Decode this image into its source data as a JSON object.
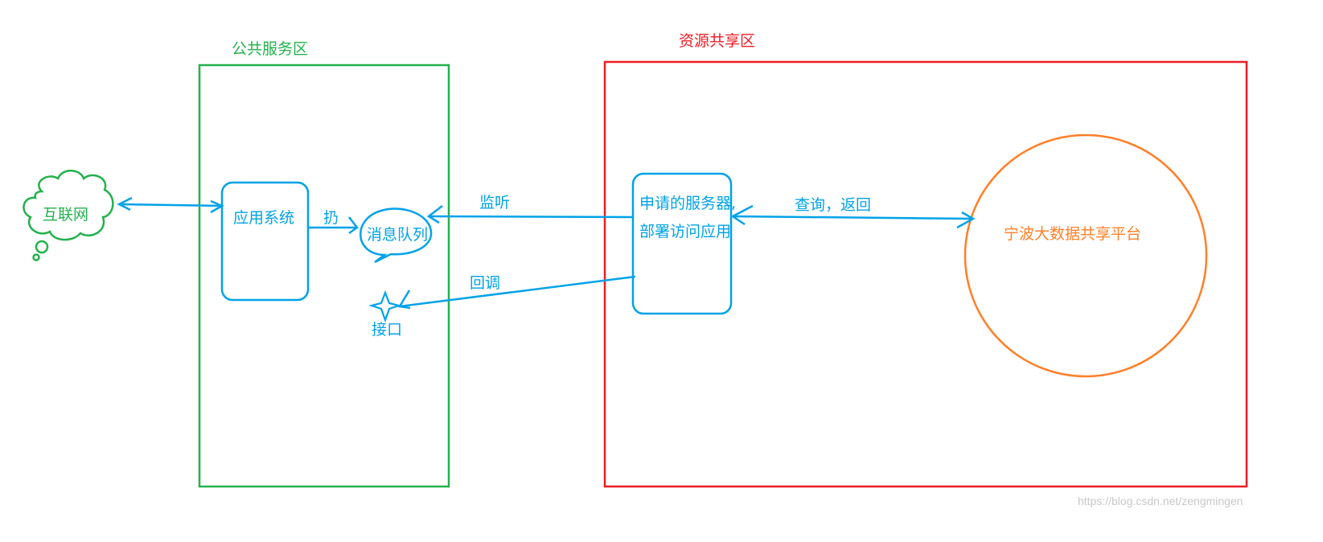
{
  "zones": {
    "public_service": {
      "title": "公共服务区"
    },
    "resource_sharing": {
      "title": "资源共享区"
    }
  },
  "nodes": {
    "internet": "互联网",
    "app_system": "应用系统",
    "message_queue": "消息队列",
    "interface": "接口",
    "server_line1": "申请的服务器,",
    "server_line2": "部署访问应用",
    "platform": "宁波大数据共享平台"
  },
  "edges": {
    "throw": "扔",
    "listen": "监听",
    "callback": "回调",
    "query_return": "查询，返回"
  },
  "watermark": "https://blog.csdn.net/zengmingen",
  "colors": {
    "public_zone": "#22b14c",
    "resource_zone": "#ed1c24",
    "flow": "#00a2e8",
    "platform": "#ff7f27",
    "internet": "#22b14c"
  }
}
